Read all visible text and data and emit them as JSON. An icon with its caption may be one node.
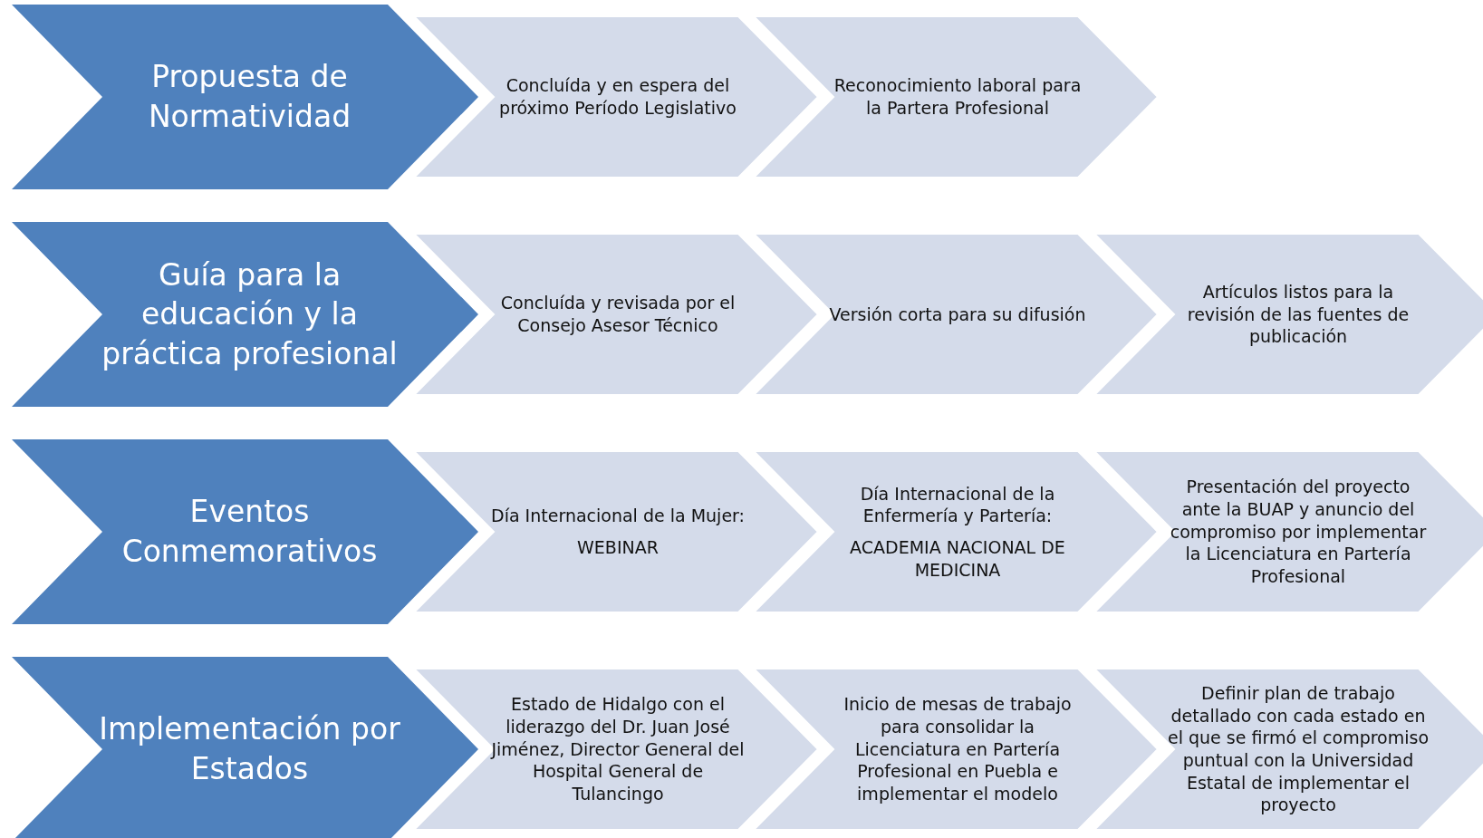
{
  "diagram": {
    "nodes": [
      {
        "text": [
          "Propuesta de Normatividad"
        ]
      },
      {
        "text": [
          "Concluída y en espera del próximo Período Legislativo"
        ]
      },
      {
        "text": [
          "Reconocimiento laboral para la Partera Profesional"
        ]
      },
      {
        "text": [
          "Guía para la educación y la práctica profesional"
        ]
      },
      {
        "text": [
          "Concluída y revisada por el Consejo Asesor Técnico"
        ]
      },
      {
        "text": [
          "Versión corta para su difusión"
        ]
      },
      {
        "text": [
          "Artículos listos para la revisión de las fuentes de publicación"
        ]
      },
      {
        "text": [
          "Eventos Conmemorativos"
        ]
      },
      {
        "text": [
          "Día Internacional de la Mujer:",
          "WEBINAR"
        ]
      },
      {
        "text": [
          "Día Internacional de la Enfermería y Partería:",
          "ACADEMIA NACIONAL DE MEDICINA"
        ]
      },
      {
        "text": [
          "Presentación del proyecto ante la BUAP y anuncio del compromiso por implementar la Licenciatura en Partería Profesional"
        ]
      },
      {
        "text": [
          "Implementación por Estados"
        ]
      },
      {
        "text": [
          "Estado de Hidalgo con el liderazgo del Dr. Juan José Jiménez, Director General del Hospital General de Tulancingo"
        ]
      },
      {
        "text": [
          "Inicio de mesas de trabajo para consolidar la Licenciatura en Partería Profesional en Puebla e implementar el modelo"
        ]
      },
      {
        "text": [
          "Definir plan de trabajo detallado con cada estado en el que se firmó el compromiso puntual con la Universidad Estatal de implementar el proyecto"
        ]
      }
    ]
  }
}
